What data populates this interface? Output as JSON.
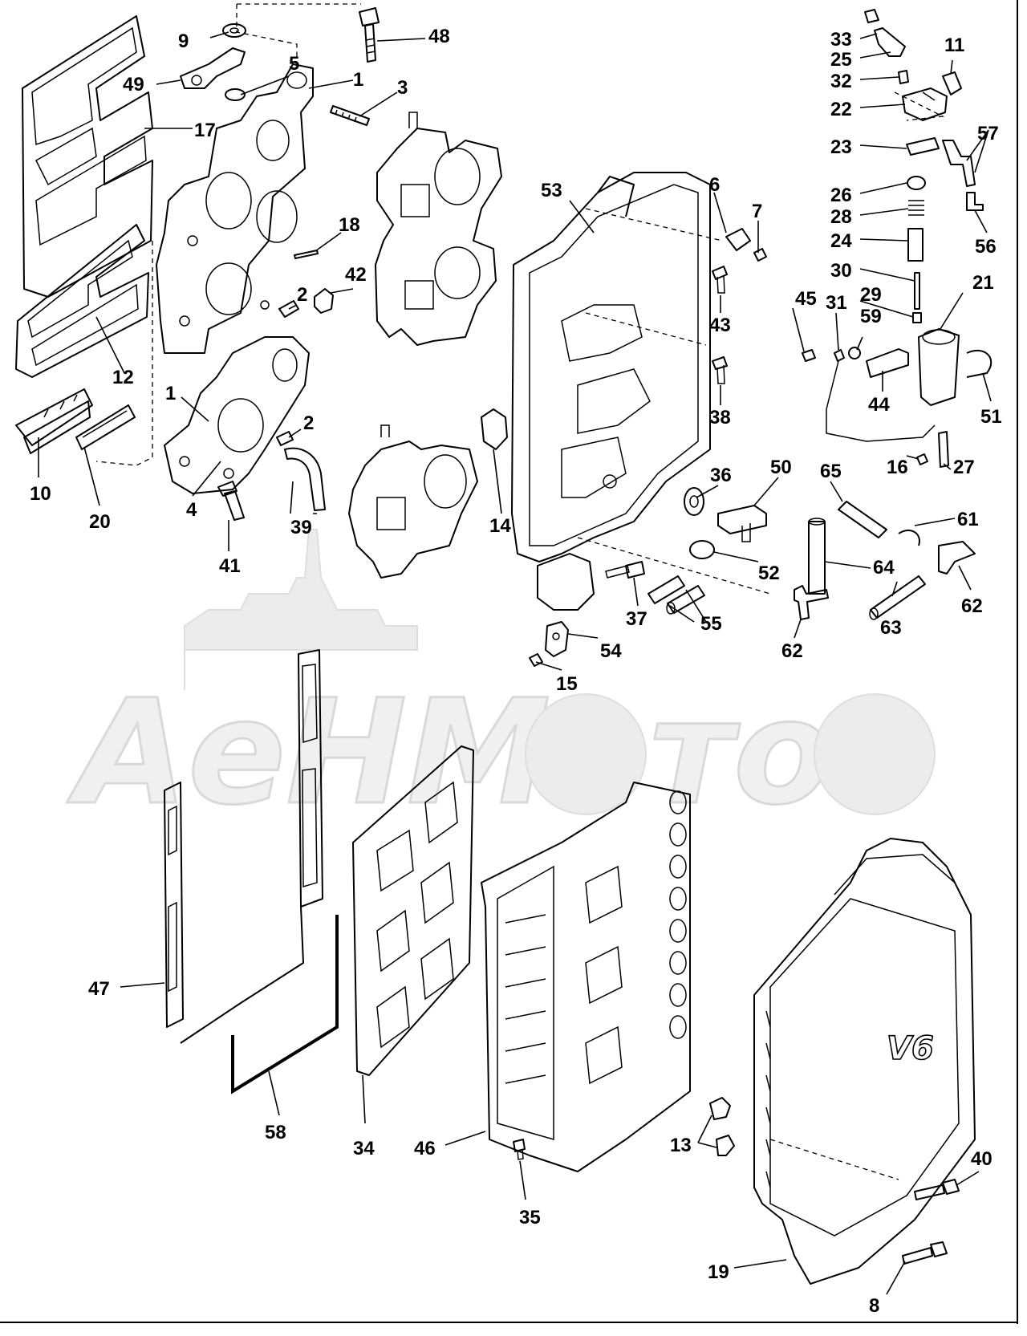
{
  "labels": [
    {
      "id": "9",
      "text": "9"
    },
    {
      "id": "49",
      "text": "49"
    },
    {
      "id": "5",
      "text": "5"
    },
    {
      "id": "1a",
      "text": "1"
    },
    {
      "id": "48",
      "text": "48"
    },
    {
      "id": "3",
      "text": "3"
    },
    {
      "id": "17",
      "text": "17"
    },
    {
      "id": "18",
      "text": "18"
    },
    {
      "id": "42",
      "text": "42"
    },
    {
      "id": "2a",
      "text": "2"
    },
    {
      "id": "12",
      "text": "12"
    },
    {
      "id": "1b",
      "text": "1"
    },
    {
      "id": "2b",
      "text": "2"
    },
    {
      "id": "10",
      "text": "10"
    },
    {
      "id": "20",
      "text": "20"
    },
    {
      "id": "4",
      "text": "4"
    },
    {
      "id": "39",
      "text": "39"
    },
    {
      "id": "41",
      "text": "41"
    },
    {
      "id": "53",
      "text": "53"
    },
    {
      "id": "6",
      "text": "6"
    },
    {
      "id": "7",
      "text": "7"
    },
    {
      "id": "43",
      "text": "43"
    },
    {
      "id": "38",
      "text": "38"
    },
    {
      "id": "14",
      "text": "14"
    },
    {
      "id": "36",
      "text": "36"
    },
    {
      "id": "50",
      "text": "50"
    },
    {
      "id": "52",
      "text": "52"
    },
    {
      "id": "37",
      "text": "37"
    },
    {
      "id": "55",
      "text": "55"
    },
    {
      "id": "54",
      "text": "54"
    },
    {
      "id": "15",
      "text": "15"
    },
    {
      "id": "62a",
      "text": "62"
    },
    {
      "id": "33",
      "text": "33"
    },
    {
      "id": "25",
      "text": "25"
    },
    {
      "id": "11",
      "text": "11"
    },
    {
      "id": "32",
      "text": "32"
    },
    {
      "id": "22",
      "text": "22"
    },
    {
      "id": "57",
      "text": "57"
    },
    {
      "id": "23",
      "text": "23"
    },
    {
      "id": "26",
      "text": "26"
    },
    {
      "id": "28",
      "text": "28"
    },
    {
      "id": "24",
      "text": "24"
    },
    {
      "id": "56",
      "text": "56"
    },
    {
      "id": "30",
      "text": "30"
    },
    {
      "id": "21",
      "text": "21"
    },
    {
      "id": "29",
      "text": "29"
    },
    {
      "id": "45",
      "text": "45"
    },
    {
      "id": "31",
      "text": "31"
    },
    {
      "id": "59",
      "text": "59"
    },
    {
      "id": "44",
      "text": "44"
    },
    {
      "id": "51",
      "text": "51"
    },
    {
      "id": "16",
      "text": "16"
    },
    {
      "id": "27",
      "text": "27"
    },
    {
      "id": "65",
      "text": "65"
    },
    {
      "id": "61",
      "text": "61"
    },
    {
      "id": "64",
      "text": "64"
    },
    {
      "id": "63",
      "text": "63"
    },
    {
      "id": "62b",
      "text": "62"
    },
    {
      "id": "47",
      "text": "47"
    },
    {
      "id": "58",
      "text": "58"
    },
    {
      "id": "34",
      "text": "34"
    },
    {
      "id": "46",
      "text": "46"
    },
    {
      "id": "35",
      "text": "35"
    },
    {
      "id": "13",
      "text": "13"
    },
    {
      "id": "40",
      "text": "40"
    },
    {
      "id": "19",
      "text": "19"
    },
    {
      "id": "8",
      "text": "8"
    }
  ],
  "cover_badge": "V6",
  "watermark": "AeHMoто"
}
